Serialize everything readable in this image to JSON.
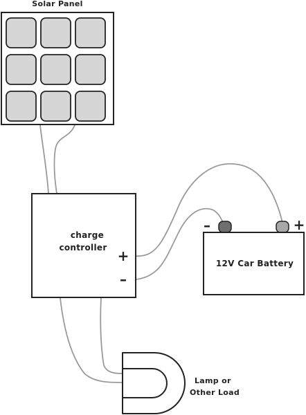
{
  "solar_panel": {
    "label": "Solar Panel",
    "cell_rows": 3,
    "cell_cols": 3
  },
  "charge_controller": {
    "label_lines": [
      "charge",
      "controller"
    ],
    "plus_symbol": "+",
    "minus_symbol": "–"
  },
  "battery": {
    "label": "12V Car Battery",
    "minus_symbol": "–",
    "plus_symbol": "+"
  },
  "load": {
    "label_lines": [
      "Lamp or",
      "Other Load"
    ]
  },
  "colors": {
    "outline": "#222222",
    "panel_cell_fill": "#d6d6d6",
    "wire": "#9a9a9a",
    "terminal_fill": "#9e9e9e",
    "terminal_dark": "#6f6f6f"
  }
}
